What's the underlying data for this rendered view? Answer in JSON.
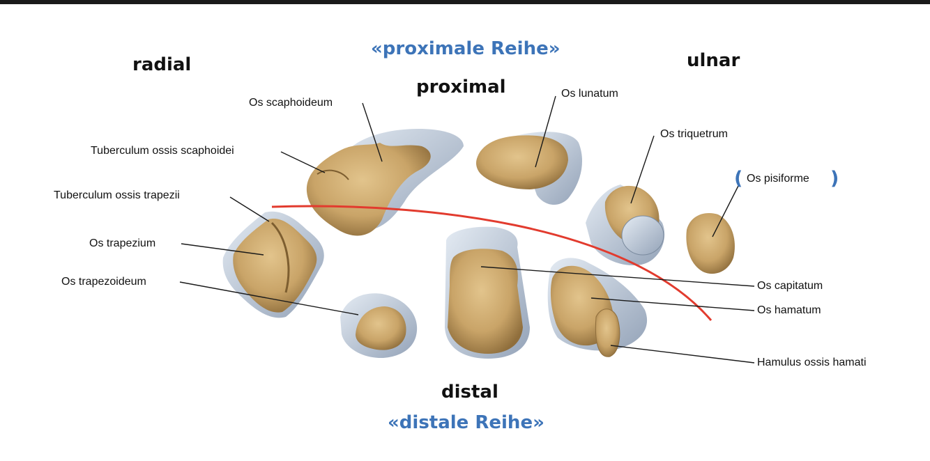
{
  "headings": {
    "radial": "radial",
    "ulnar": "ulnar",
    "proximal": "proximal",
    "distal": "distal",
    "proximal_row": "«proximale Reihe»",
    "distal_row": "«distale Reihe»"
  },
  "labels": {
    "scaphoideum": "Os scaphoideum",
    "tub_scaphoidei": "Tuberculum ossis scaphoidei",
    "tub_trapezii": "Tuberculum ossis trapezii",
    "trapezium": "Os trapezium",
    "trapezoideum": "Os trapezoideum",
    "lunatum": "Os lunatum",
    "triquetrum": "Os triquetrum",
    "pisiforme": "Os pisiforme",
    "capitatum": "Os capitatum",
    "hamatum": "Os hamatum",
    "hamulus": "Hamulus ossis hamati"
  },
  "pisiforme_paren_open": "(",
  "pisiforme_paren_close": ")",
  "colors": {
    "bone": "#c9a468",
    "bone_shadow": "#9a7a45",
    "cartilage": "#b7c4d4",
    "divider_line": "#e23b2e",
    "heading_blue": "#3d74b8"
  }
}
